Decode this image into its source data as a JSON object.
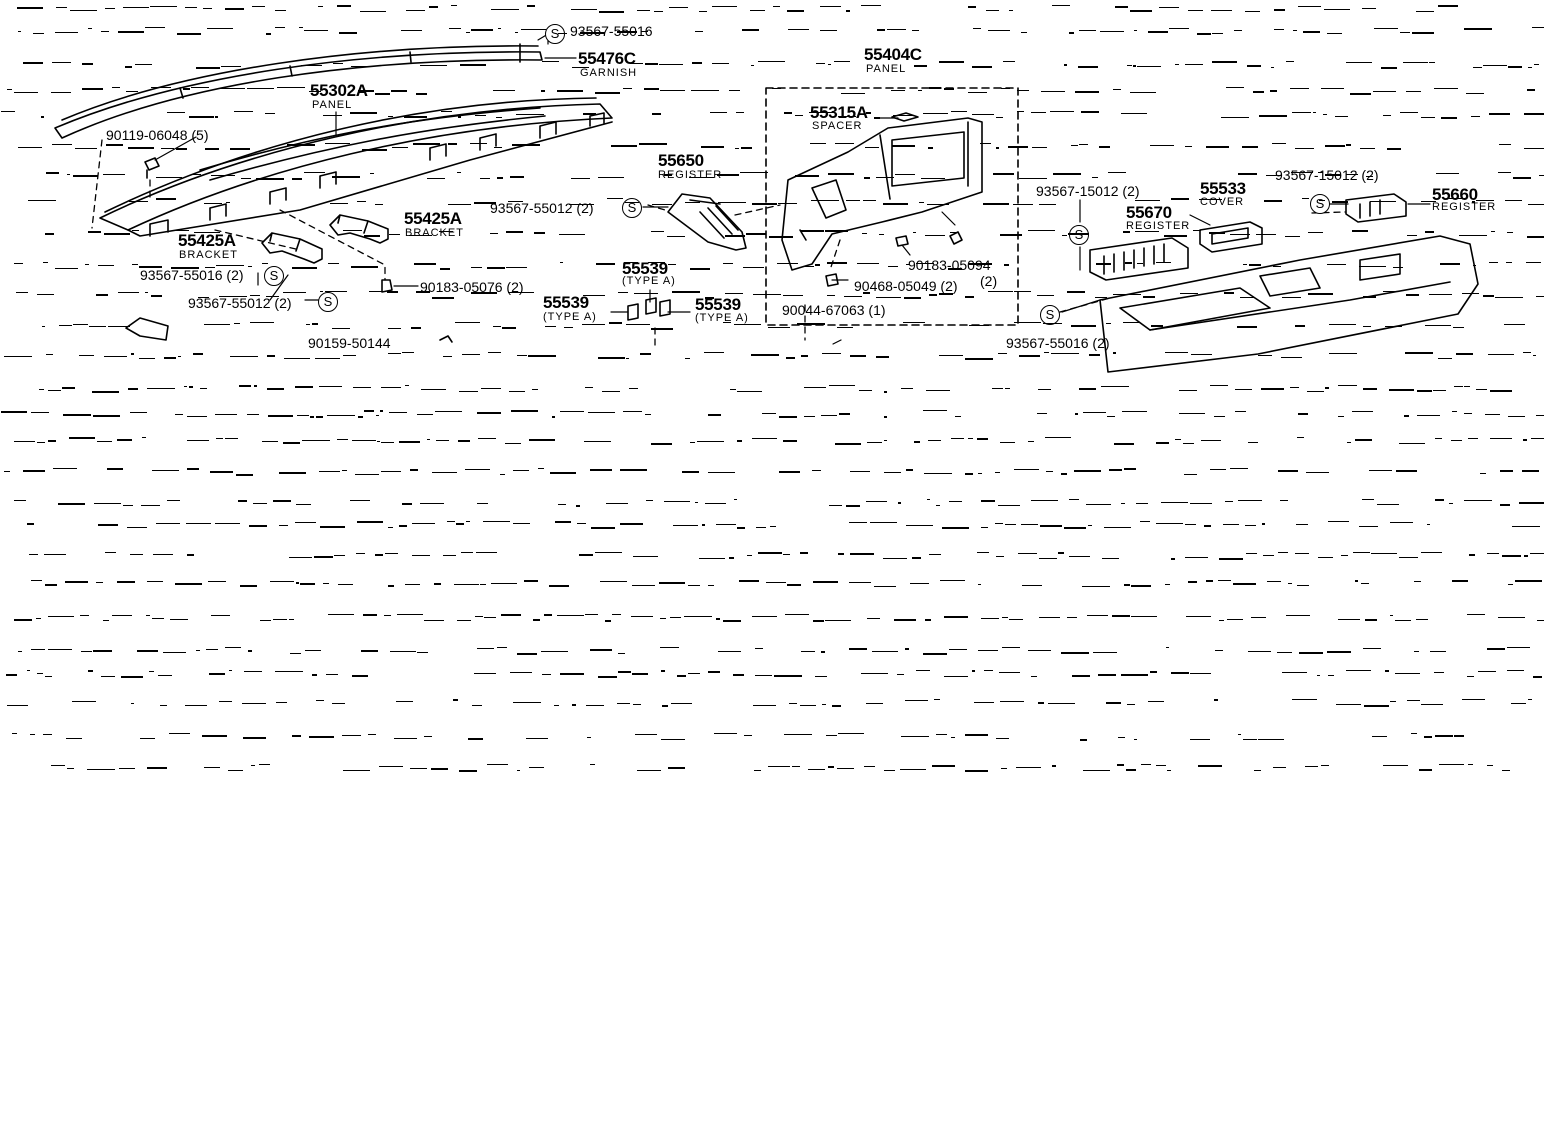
{
  "symbols": {
    "s_mark": "S"
  },
  "labels": {
    "p93567_55016_top": "93567-55016",
    "p55476C": "55476C",
    "garnish": "GARNISH",
    "p55302A": "55302A",
    "panel_a": "PANEL",
    "p90119_06048": "90119-06048 (5)",
    "p55425A_right": "55425A",
    "bracket_right": "BRACKET",
    "p55425A_left": "55425A",
    "bracket_left": "BRACKET",
    "p93567_55016_2": "93567-55016 (2)",
    "p93567_55012_2_left": "93567-55012 (2)",
    "p90183_05076": "90183-05076 (2)",
    "p90159_partial": "90159-50144",
    "p55404C": "55404C",
    "panel_c": "PANEL",
    "p55315A": "55315A",
    "spacer": "SPACER",
    "p55650": "55650",
    "register_650": "REGISTER",
    "p93567_55012_2_mid": "93567-55012 (2)",
    "p55539_top": "55539",
    "typea_top": "(TYPE A)",
    "p55539_left": "55539",
    "typea_left": "(TYPE A)",
    "p55539_right": "55539",
    "typea_right": "(TYPE A)",
    "p90183_05094": "90183-05094",
    "p90183_05094_qty": "(2)",
    "p90468_05049": "90468-05049 (2)",
    "p90044_67063": "90044-67063 (1)",
    "p93567_15012_left": "93567-15012 (2)",
    "p55670": "55670",
    "register_670": "REGISTER",
    "p55533": "55533",
    "cover": "COVER",
    "p93567_15012_right": "93567-15012 (2)",
    "p55660": "55660",
    "register_660": "REGISTER",
    "p93567_partial_bottom": "93567-55016 (2)"
  }
}
